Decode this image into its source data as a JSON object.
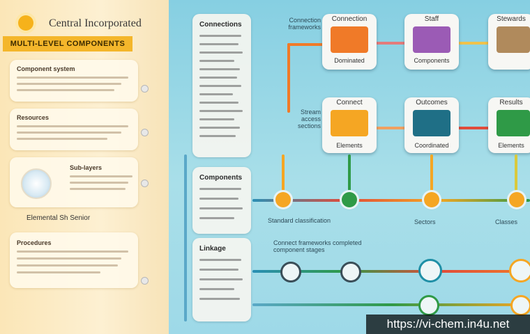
{
  "header": {
    "brand": "Central Incorporated",
    "banner": "MULTI-LEVEL COMPONENTS"
  },
  "left_cards": [
    {
      "title": "Component system"
    },
    {
      "title": "Resources"
    },
    {
      "title": "Sub-layers"
    },
    {
      "title": "Procedures"
    }
  ],
  "left_tag": "Elemental Sh Senior",
  "column_cards": [
    {
      "title": "Connections"
    },
    {
      "title": "Components"
    },
    {
      "title": "Linkage"
    }
  ],
  "nodes": [
    {
      "title": "Connection",
      "caption": "Dominated",
      "color": "#f07a28"
    },
    {
      "title": "Staff",
      "caption": "Components",
      "color": "#9b5bb5"
    },
    {
      "title": "Stewards",
      "caption": "",
      "color": "#b08a5c"
    },
    {
      "title": "Connect",
      "caption": "Elements",
      "color": "#f5a623"
    },
    {
      "title": "Outcomes",
      "caption": "Coordinated",
      "color": "#1f6f86"
    },
    {
      "title": "Results",
      "caption": "Elements",
      "color": "#2f9a47"
    }
  ],
  "side_labels": {
    "row1": "Connection frameworks",
    "row2": "Stream access sections"
  },
  "row_captions": [
    "Standard classification",
    "Sectors",
    "Classes"
  ],
  "bottom_caption": "Connect frameworks completed component stages",
  "watermark": "https://vi-chem.in4u.net",
  "colors": {
    "orange": "#f07a28",
    "purple": "#9b5bb5",
    "brown": "#b08a5c",
    "yellow": "#f5a623",
    "teal": "#1f6f86",
    "green": "#2f9a47",
    "accent_banner": "#f4b62b"
  },
  "icons": [
    "logo-circle",
    "shield-badge",
    "document-icon"
  ]
}
